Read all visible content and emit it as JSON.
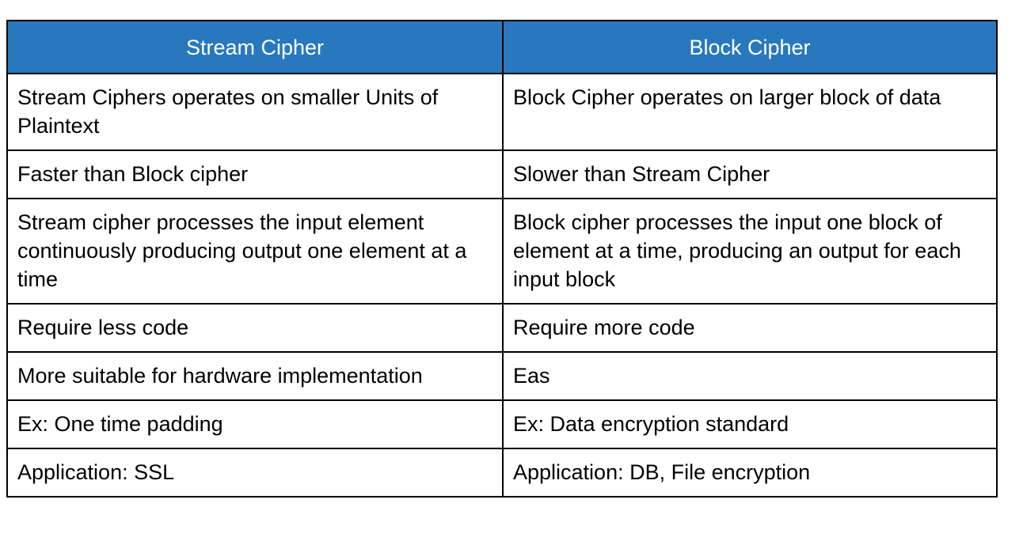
{
  "table": {
    "headers": [
      {
        "label": "Stream Cipher"
      },
      {
        "label": "Block Cipher"
      }
    ],
    "rows": [
      {
        "left": "Stream Ciphers operates on smaller Units of Plaintext",
        "right": "Block Cipher operates on larger block of data"
      },
      {
        "left": "Faster than Block cipher",
        "right": "Slower than Stream Cipher"
      },
      {
        "left": "Stream cipher processes the input element continuously producing output one element at a time",
        "right": "Block cipher processes the input one block of element at a time, producing an output for each input block"
      },
      {
        "left": "Require less code",
        "right": "Require more code"
      },
      {
        "left": "More suitable for hardware implementation",
        "right": "Eas"
      },
      {
        "left": "Ex: One time padding",
        "right": "Ex: Data encryption standard"
      },
      {
        "left": "Application: SSL",
        "right": "Application: DB, File encryption"
      }
    ]
  },
  "colors": {
    "header_background": "#2878bd",
    "header_text": "#ffffff",
    "body_text": "#000000",
    "border": "#000000",
    "page_background": "#ffffff"
  }
}
